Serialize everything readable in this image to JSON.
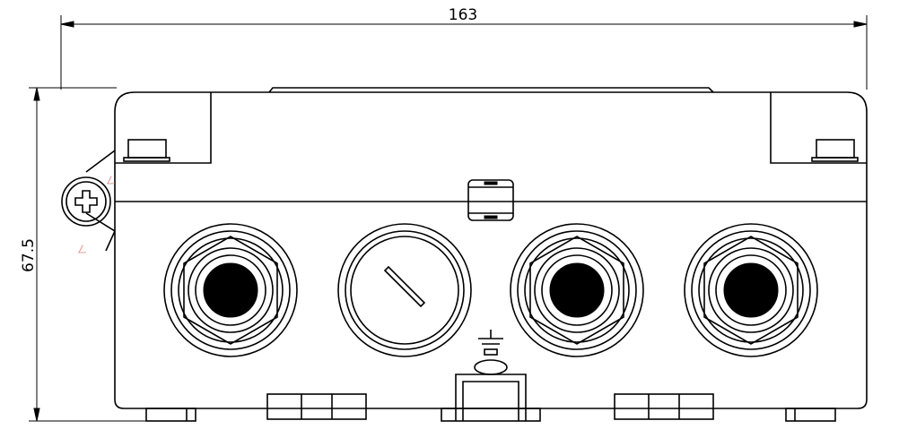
{
  "dimensions": {
    "width_label": "163",
    "height_label": "67.5"
  },
  "enclosure": {
    "glands": [
      {
        "kind": "cable-gland"
      },
      {
        "kind": "blanking-plug"
      },
      {
        "kind": "cable-gland"
      },
      {
        "kind": "cable-gland"
      }
    ]
  },
  "symbols": {
    "hinge_marks": [
      "ㄥ",
      "ㄥ"
    ]
  }
}
